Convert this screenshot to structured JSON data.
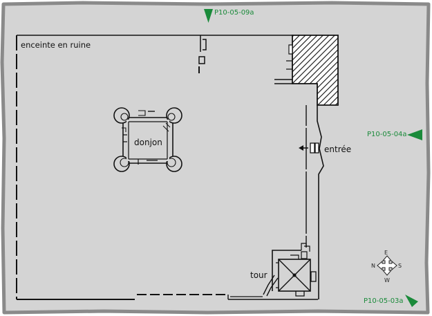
{
  "labels": {
    "enceinte": "enceinte en ruine",
    "donjon": "donjon",
    "entree": "entrée",
    "tour": "tour"
  },
  "photo_points": [
    {
      "id": "P10-05-09a",
      "label": "P10-05-09a"
    },
    {
      "id": "P10-05-04a",
      "label": "P10-05-04a"
    },
    {
      "id": "P10-05-03a",
      "label": "P10-05-03a"
    }
  ],
  "compass": {
    "north": "N",
    "east": "E",
    "south": "S",
    "west": "W"
  },
  "colors": {
    "paper": "#d4d4d4",
    "border": "#8a8a8a",
    "ink": "#111111",
    "photo_marker": "#1a8a3a"
  }
}
